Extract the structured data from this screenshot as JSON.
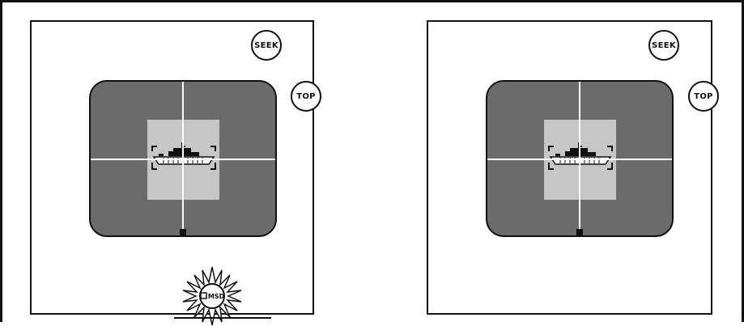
{
  "left_display": {
    "seek_label": "SEEK",
    "top_label": "TOP",
    "msd_label": "MSD"
  },
  "right_display": {
    "seek_label": "SEEK",
    "top_label": "TOP"
  },
  "colors": {
    "scope_background": "#6b6b6b",
    "target_box": "#c6c6c6",
    "crosshair": "#ffffff",
    "outline": "#111111"
  },
  "icons": {
    "target": "ship-target-icon",
    "msd_indicator": "sunburst-msd-icon"
  }
}
